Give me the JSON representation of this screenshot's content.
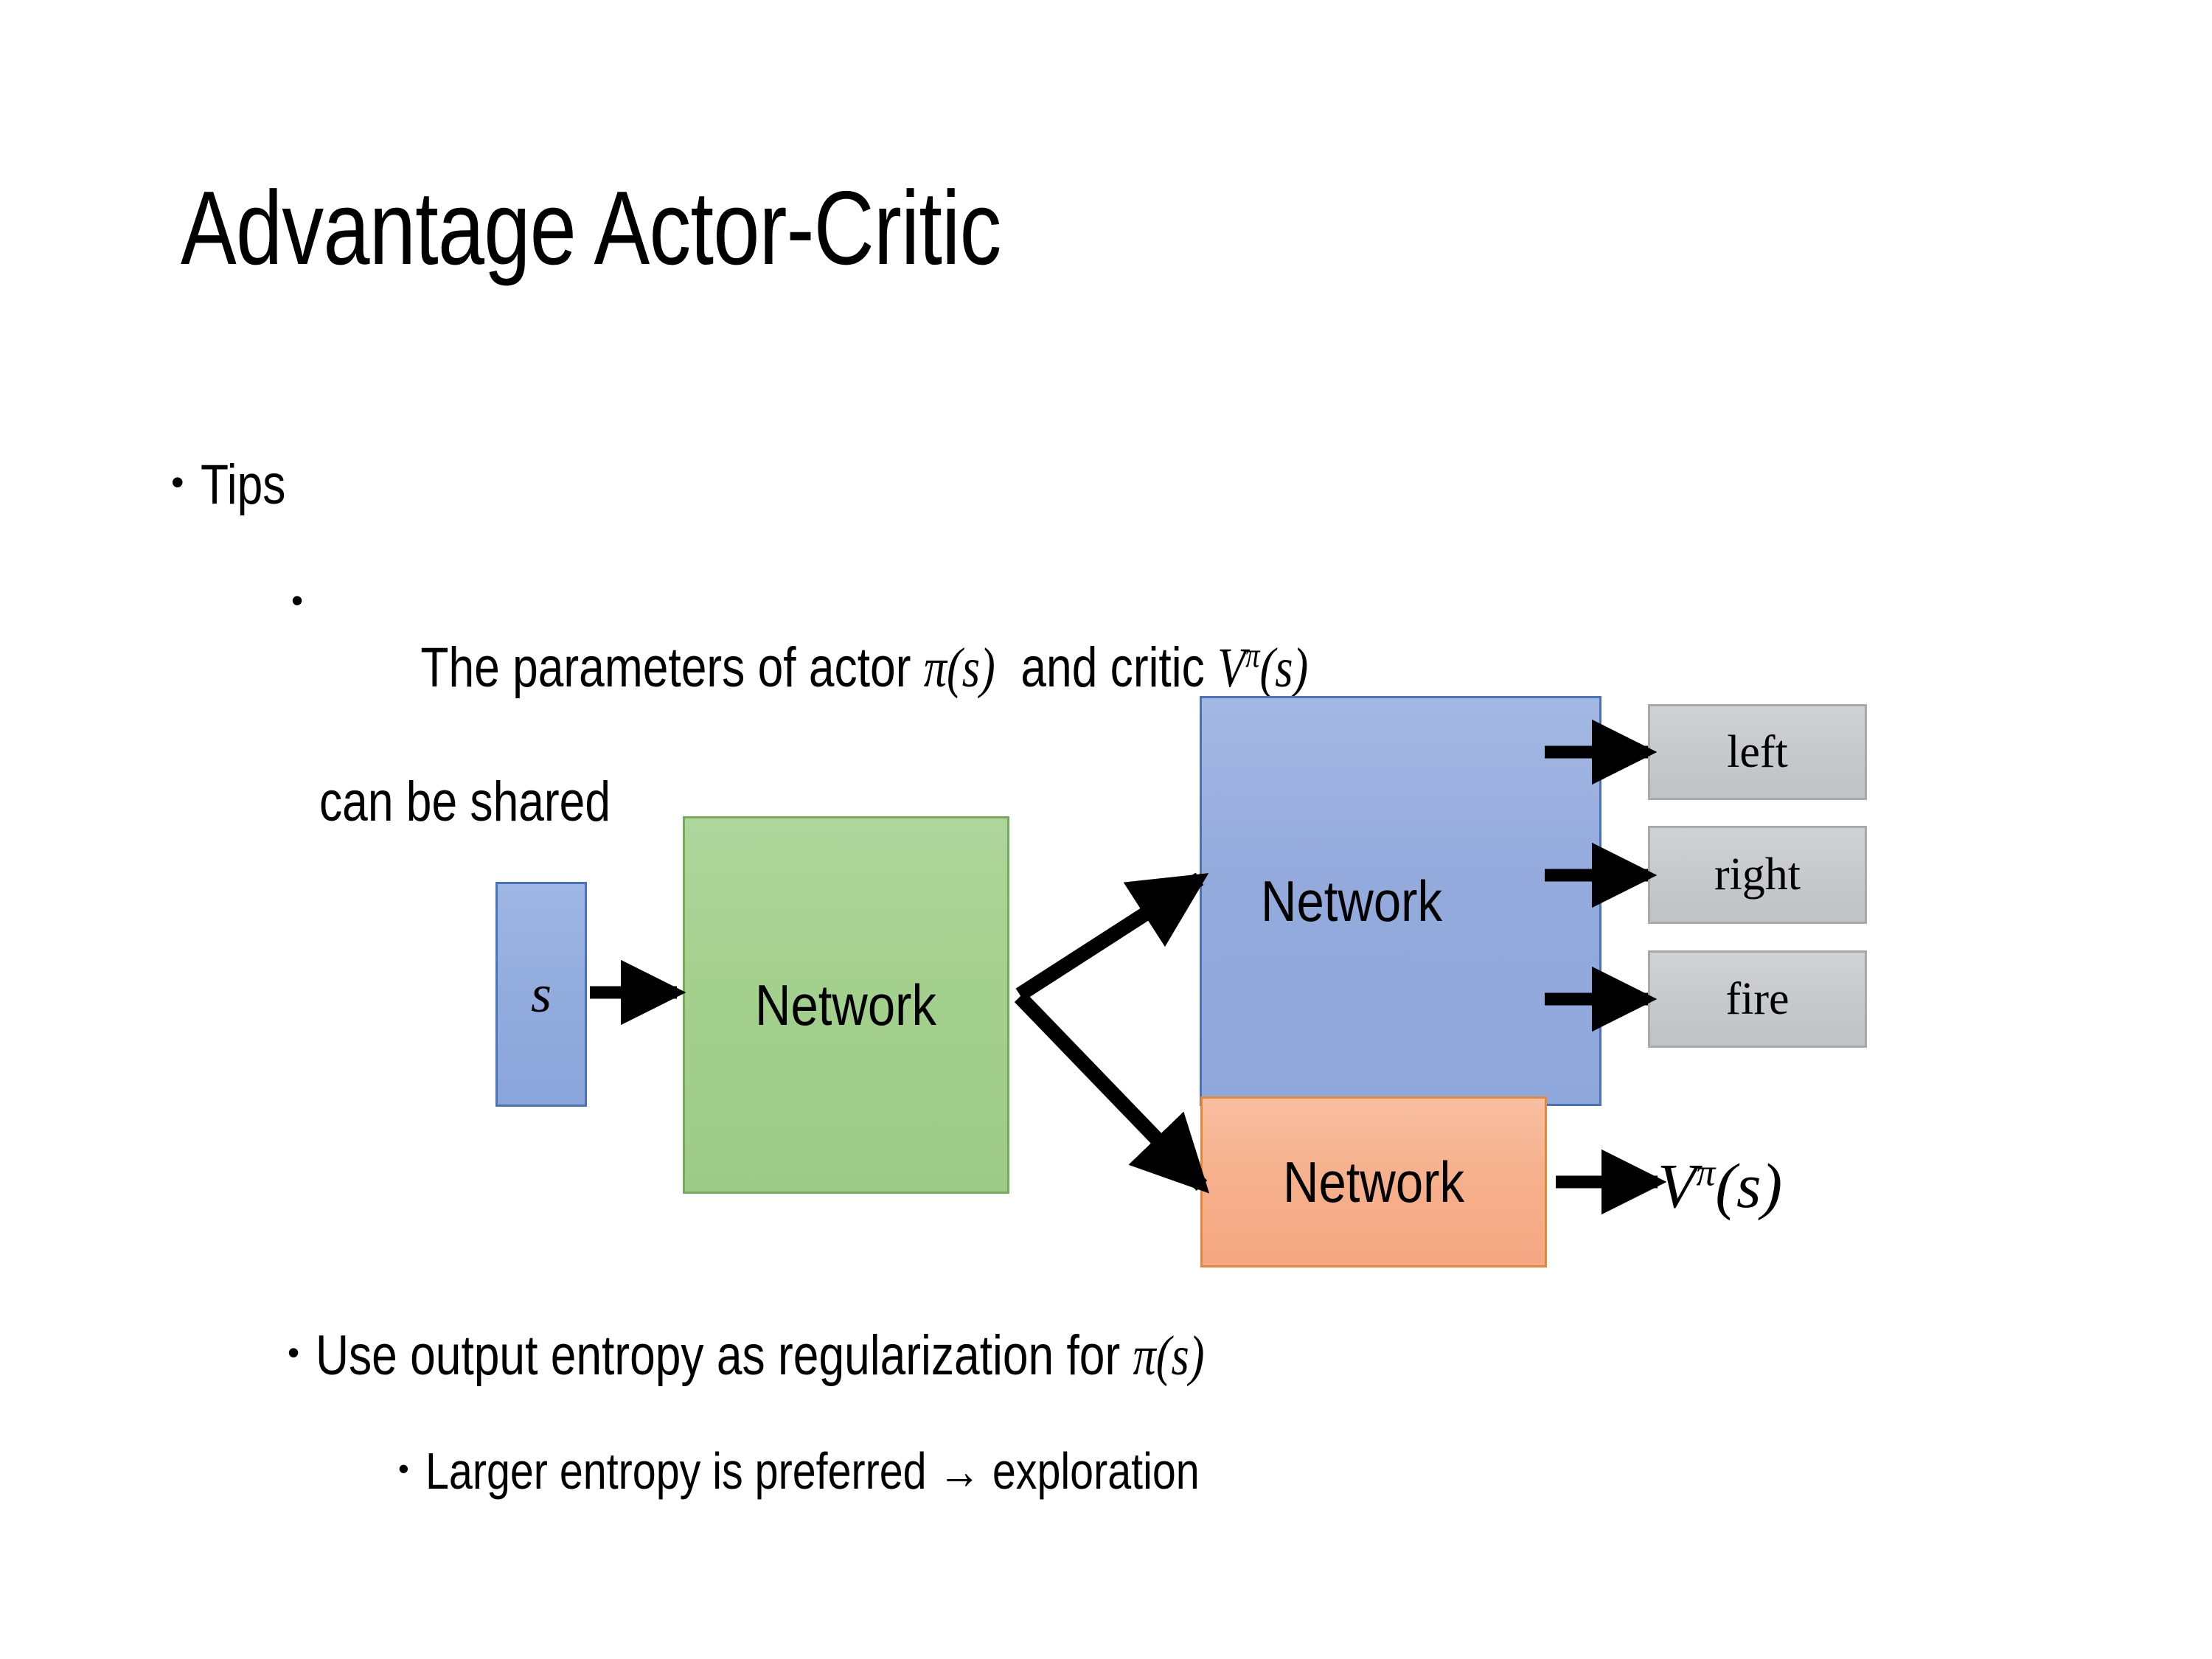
{
  "slide": {
    "title": "Advantage Actor-Critic",
    "background_color": "#FFFFFF",
    "text_color": "#000000"
  },
  "bullets": {
    "tips": "Tips",
    "shared_params_line1_pre": "The parameters of actor ",
    "shared_params_math1": "π(s)",
    "shared_params_mid": "  and critic ",
    "shared_params_math2_base": "V",
    "shared_params_math2_sup": "π",
    "shared_params_math2_arg": "(s)",
    "shared_params_line2": "can be shared",
    "entropy_reg_pre": "Use output entropy as regularization for ",
    "entropy_reg_math": "π(s)",
    "larger_entropy": "Larger entropy is preferred → exploration",
    "bullet_glyph": "•"
  },
  "diagram": {
    "state_label": "s",
    "shared_network_label": "Network",
    "actor_network_label": "Network",
    "critic_network_label": "Network",
    "actions": [
      {
        "label": "left"
      },
      {
        "label": "right"
      },
      {
        "label": "fire"
      }
    ],
    "critic_output_base": "V",
    "critic_output_sup": "π",
    "critic_output_arg": "(s)",
    "colors": {
      "state_fill": "#92ACDE",
      "state_border": "#4A72B8",
      "shared_fill": "#A4D08E",
      "shared_border": "#77AB59",
      "actor_fill": "#94AADD",
      "actor_border": "#4A72B8",
      "critic_fill": "#F6AF8B",
      "critic_border": "#E3883B",
      "action_fill": "#C6C9CC",
      "action_border": "#A6A9AB",
      "arrow": "#000000"
    }
  }
}
